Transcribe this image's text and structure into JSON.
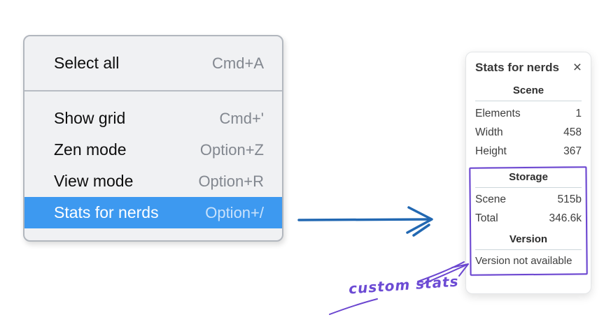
{
  "context_menu": {
    "items": [
      {
        "label": "Select all",
        "shortcut": "Cmd+A"
      },
      {
        "label": "Show grid",
        "shortcut": "Cmd+'"
      },
      {
        "label": "Zen mode",
        "shortcut": "Option+Z"
      },
      {
        "label": "View mode",
        "shortcut": "Option+R"
      },
      {
        "label": "Stats for nerds",
        "shortcut": "Option+/"
      }
    ],
    "selected_item": "Stats for nerds",
    "highlight_color": "#3d99f0"
  },
  "stats_panel": {
    "title": "Stats for nerds",
    "close_icon": "×",
    "scene_section": {
      "heading": "Scene",
      "rows": [
        {
          "label": "Elements",
          "value": "1"
        },
        {
          "label": "Width",
          "value": "458"
        },
        {
          "label": "Height",
          "value": "367"
        }
      ]
    },
    "storage_section": {
      "heading": "Storage",
      "rows": [
        {
          "label": "Scene",
          "value": "515b"
        },
        {
          "label": "Total",
          "value": "346.6k"
        }
      ]
    },
    "version_section": {
      "heading": "Version",
      "note": "Version not available"
    }
  },
  "annotations": {
    "custom_stats_label": "custom stats",
    "annotation_color": "#6b46d0",
    "flow_arrow_color": "#2268b2"
  }
}
